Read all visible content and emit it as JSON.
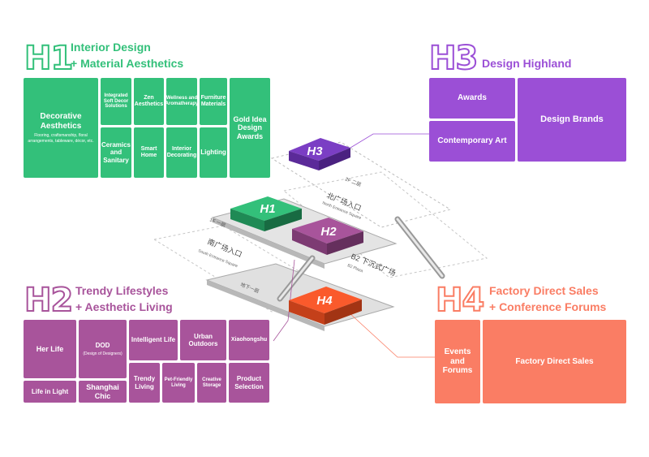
{
  "h1": {
    "code": "H1",
    "title_line1": "Interior Design",
    "title_line2": "+ Material Aesthetics",
    "color": "#33c07a",
    "cells": {
      "decorative": "Decorative Aesthetics",
      "decorative_sub": "Flooring, craftsmanship, floral arrangements, tableware, décor, etc.",
      "soft_decor": "Integrated Soft Decor Solutions",
      "zen": "Zen Aesthetics",
      "wellness": "Wellness and Aromatherapy",
      "furniture": "Furniture Materials",
      "gold_idea": "Gold Idea Design Awards",
      "ceramics": "Ceramics and Sanitary",
      "smart_home": "Smart Home",
      "interior_decorating": "Interior Decorating",
      "lighting": "Lighting"
    }
  },
  "h2": {
    "code": "H2",
    "title_line1": "Trendy Lifestyles",
    "title_line2": "+ Aesthetic Living",
    "color": "#a8549b",
    "cells": {
      "her_life": "Her Life",
      "dod": "DOD",
      "dod_sub": "(Design of Designers)",
      "intelligent_life": "Intelligent Life",
      "urban_outdoors": "Urban Outdoors",
      "xiaohongshu": "Xiaohongshu",
      "life_in_light": "Life in Light",
      "shanghai_chic": "Shanghai Chic",
      "trendy_living": "Trendy Living",
      "pet_friendly": "Pet-Friendly Living",
      "creative_storage": "Creative Storage",
      "product_selection": "Product Selection"
    }
  },
  "h3": {
    "code": "H3",
    "title": "Design Highland",
    "color": "#9b4fd6",
    "cells": {
      "awards": "Awards",
      "contemporary_art": "Contemporary Art",
      "design_brands": "Design Brands"
    }
  },
  "h4": {
    "code": "H4",
    "title_line1": "Factory Direct Sales",
    "title_line2": "+ Conference Forums",
    "color": "#fa7d64",
    "cells": {
      "events_forums": "Events and Forums",
      "factory_direct": "Factory Direct Sales"
    }
  },
  "map": {
    "floor2": "2F 二层",
    "north_cn": "北广场入口",
    "north_en": "North Entrance Square",
    "south_cn": "南广场入口",
    "south_en": "South Entrance Square",
    "floor1": "1F 一层",
    "b2_cn": "B2 下沉式广场",
    "b2_en": "B2 Plaza",
    "basement": "地下一层",
    "block_h1": "H1",
    "block_h2": "H2",
    "block_h3": "H3",
    "block_h4": "H4"
  }
}
